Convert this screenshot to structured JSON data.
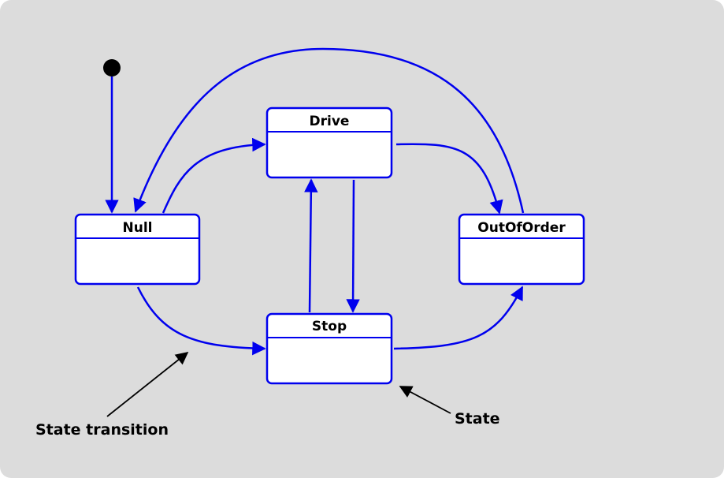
{
  "colors": {
    "background": "#dcdcdc",
    "state_stroke": "#0000ee",
    "state_fill": "#ffffff",
    "transition": "#0000ee",
    "initial": "#000000",
    "annotation": "#000000"
  },
  "states": {
    "null": "Null",
    "drive": "Drive",
    "stop": "Stop",
    "out_of_order": "OutOfOrder"
  },
  "annotations": {
    "state_transition": "State transition",
    "state": "State"
  }
}
